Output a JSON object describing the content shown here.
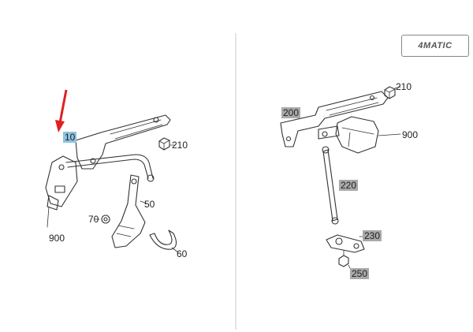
{
  "badge": {
    "text": "4MATIC"
  },
  "left_callouts": {
    "c10": "10",
    "c210": "210",
    "c50": "50",
    "c70": "70",
    "c60": "60",
    "c900": "900"
  },
  "right_callouts": {
    "c200": "200",
    "c210": "210",
    "c900": "900",
    "c220": "220",
    "c230": "230",
    "c250": "250"
  },
  "colors": {
    "line": "#333333",
    "arrow": "#e02020",
    "highlight_selected": "#8ec3dd",
    "highlight_ref": "#a9a9a9",
    "divider": "#c8c8c8"
  },
  "icons": {
    "arrow": "red-pointer-arrow-icon"
  }
}
